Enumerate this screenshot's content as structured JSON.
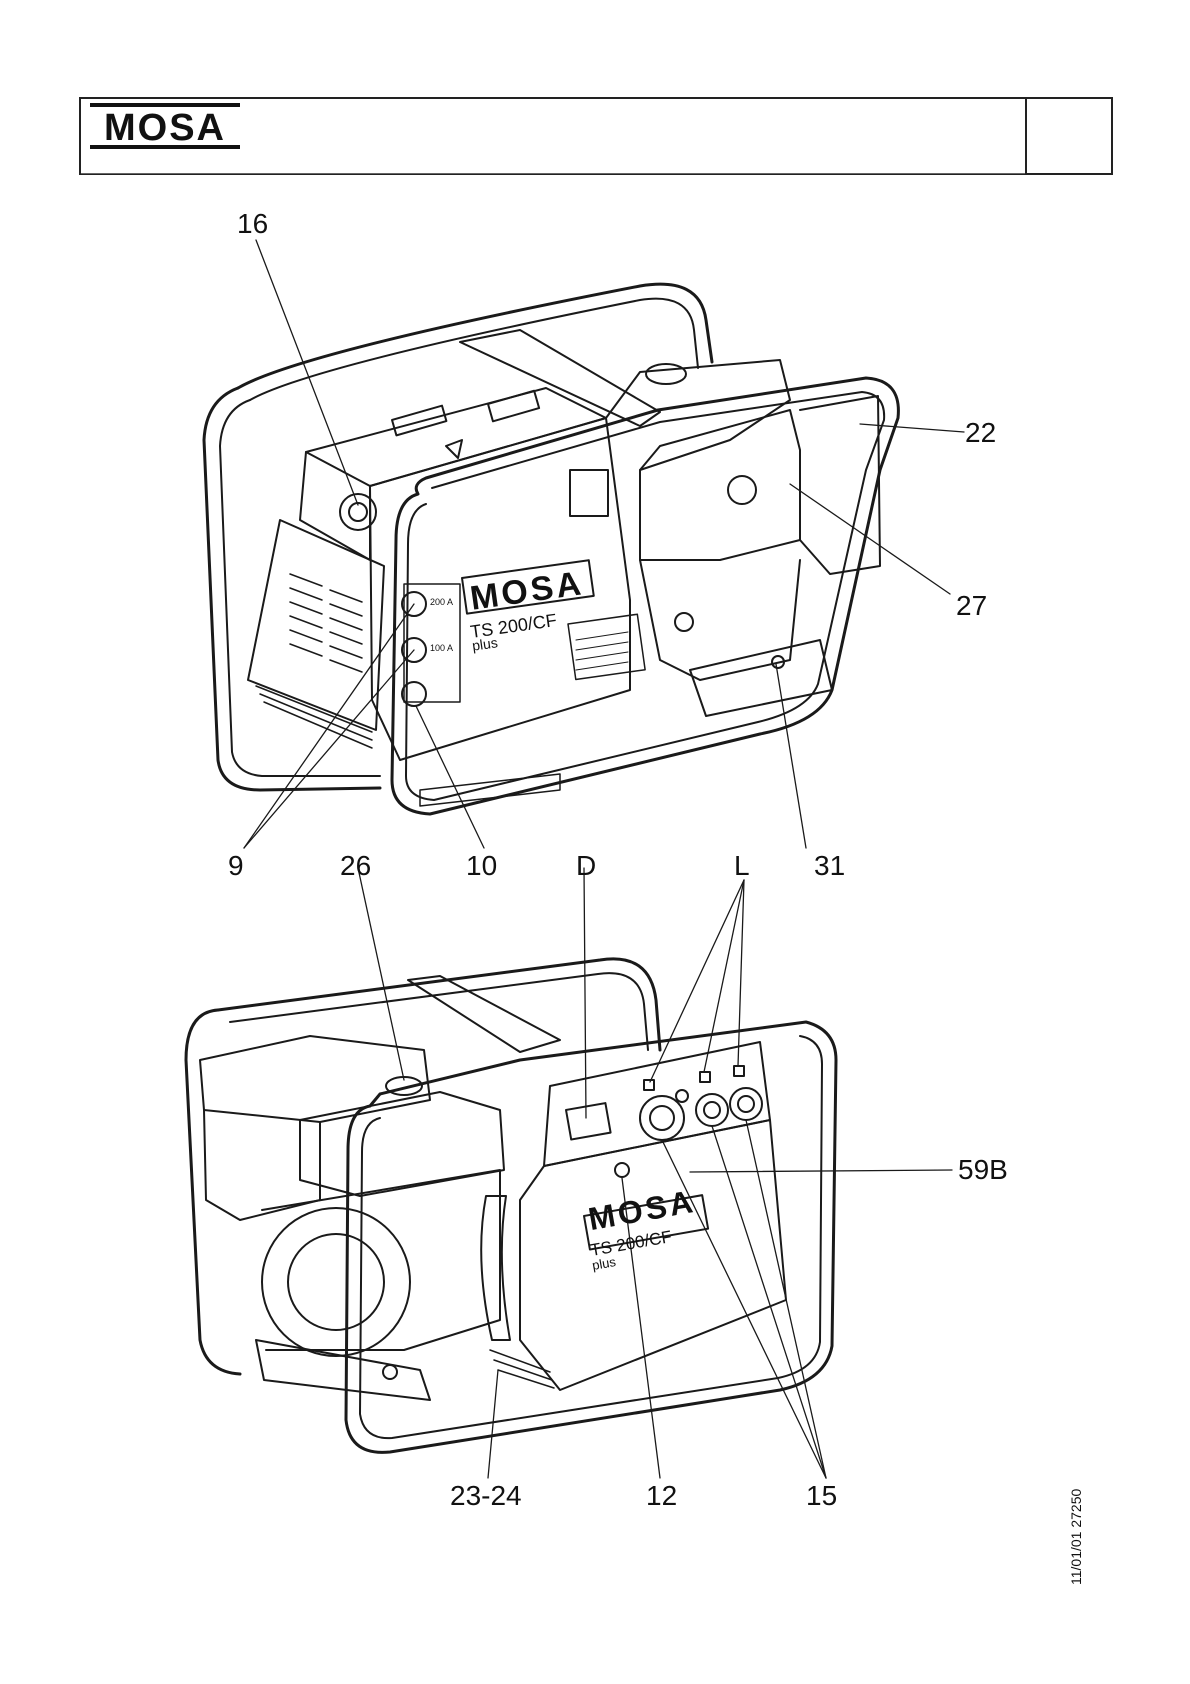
{
  "header": {
    "brand": "MOSA"
  },
  "illustration_top": {
    "callouts": {
      "c16": "16",
      "c22": "22",
      "c27": "27",
      "c9": "9",
      "c26": "26",
      "c10": "10",
      "cD": "D",
      "cL": "L",
      "c31": "31"
    },
    "panel_text": {
      "brand": "MOSA",
      "model": "TS 200/CF",
      "sub": "plus",
      "amp1": "200 A",
      "amp2": "100 A"
    }
  },
  "illustration_bottom": {
    "callouts": {
      "c59B": "59B",
      "c23_24": "23-24",
      "c12": "12",
      "c15": "15"
    },
    "panel_text": {
      "brand": "MOSA",
      "model": "TS 200/CF",
      "sub": "plus"
    }
  },
  "doc_ref": "11/01/01 27250"
}
